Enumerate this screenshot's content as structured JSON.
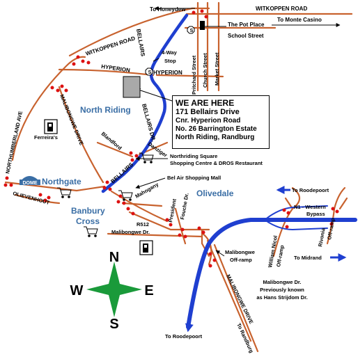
{
  "colors": {
    "road": "#c8622e",
    "highway": "#1f3fd0",
    "area_label": "#3a6ea5",
    "traffic_light": "#dd1111",
    "compass": "#1a9a3a"
  },
  "info_box": {
    "heading": "WE ARE HERE",
    "address": "171 Bellairs Drive",
    "line2": "Cnr. Hyperion Road",
    "line3": "No. 26 Barrington Estate",
    "line4": "North Riding, Randburg"
  },
  "roads": {
    "witkoppen_east": "WITKOPPEN ROAD",
    "witkoppen_west": "WITKOPPEN ROAD",
    "hyperion_west": "HYPERION",
    "hyperion_east": "HYPERION",
    "bellairs_north": "BELLAIRS",
    "bellairs_dr": "BELLAIRS DR.",
    "bellairs_south": "BELLAIRS",
    "pritchard": "Pritchard Street",
    "church": "Church Street",
    "market": "Market Street",
    "school": "School Street",
    "northumberland": "NORTHUMBERLAND AVE",
    "malibongwe_drive": "MALIBONGWE DRIVE",
    "olievenhout": "OLIEVENHOUT",
    "blandford": "Blandford",
    "danziger": "Danziger",
    "mahogany": "Mahogany",
    "president_fouche": "President Fouche Dr.",
    "r512": "R512",
    "malibongwe_dr": "Malibongwe Dr.",
    "malibongwe_offramp": "Malibongwe Off-ramp",
    "malibongwe_drive_south": "MALIBONGWE DRIVE",
    "n1": "N1 - Western Bypass",
    "william_nicol": "William Nicol Off-ramp",
    "rivonia": "Rivonia Off-ramp"
  },
  "places": {
    "pot_place": "The Pot Place",
    "four_way_stop": "4-Way Stop",
    "north_riding": "North Riding",
    "ferreiras": "Ferreira's",
    "northgate": "Northgate",
    "dome": "DOME",
    "banbury_cross": "Banbury Cross",
    "olivedale": "Olivedale",
    "northriding_square": "Northriding Square",
    "shopping_centre": "Shopping Centre & DROS Restaurant",
    "bel_air": "Bel Air Shopping Mall",
    "previously_known_1": "Malibongwe Dr.",
    "previously_known_2": "Previously known",
    "previously_known_3": "as Hans Strijdom Dr."
  },
  "directions": {
    "to_honeydew": "To Honeydew",
    "to_monte_casino": "To Monte Casino",
    "to_roodepoort_ne": "To Roodepoort",
    "to_midrand": "To Midrand",
    "to_roodepoort_s": "To Roodepoort",
    "to_randburg": "To Randburg"
  },
  "compass": {
    "n": "N",
    "s": "S",
    "e": "E",
    "w": "W"
  },
  "icons": [
    "petrol-station-icon",
    "shopping-cart-icon",
    "stop-sign-icon",
    "traffic-light-icon",
    "direction-arrow-icon",
    "compass-rose-icon",
    "dome-icon"
  ]
}
